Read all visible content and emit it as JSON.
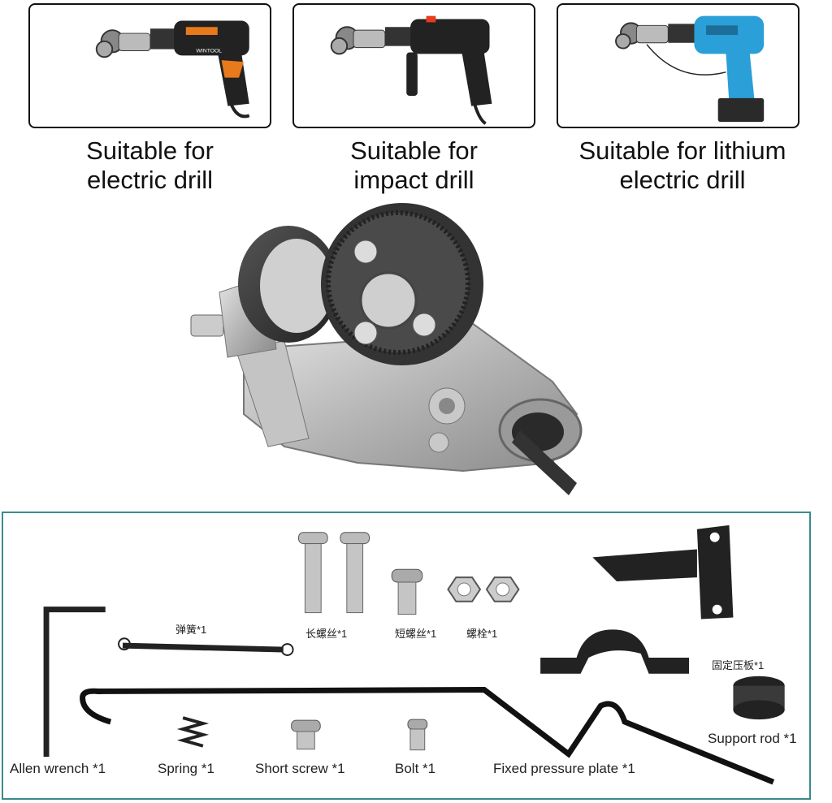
{
  "compatibility": [
    {
      "line1": "Suitable for",
      "line2": "electric drill",
      "icon": "electric-drill-icon"
    },
    {
      "line1": "Suitable for",
      "line2": "impact drill",
      "icon": "impact-drill-icon"
    },
    {
      "line1": "Suitable for lithium",
      "line2": "electric drill",
      "icon": "lithium-drill-icon"
    }
  ],
  "brand_text": "WINTOOL",
  "parts_cn": {
    "spring": "弹簧*1",
    "long_screw": "长螺丝*1",
    "short_screw": "短螺丝*1",
    "bolt": "螺栓*1",
    "fixed_plate": "固定压板*1"
  },
  "parts_en": {
    "allen_wrench": "Allen wrench *1",
    "spring": "Spring *1",
    "short_screw": "Short screw *1",
    "bolt": "Bolt *1",
    "fixed_plate": "Fixed pressure plate *1",
    "support_rod": "Support rod *1"
  },
  "colors": {
    "border": "#111111",
    "kit_border": "#3a8a8c",
    "metal": "#b8b8b8",
    "lithium_blue": "#2a9fd8",
    "accent_orange": "#e87a1c"
  }
}
